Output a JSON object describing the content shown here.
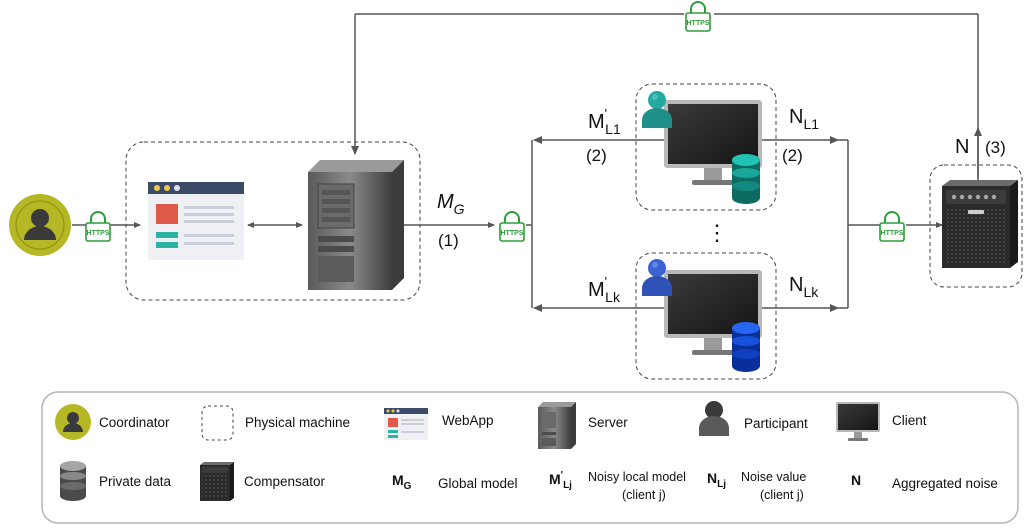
{
  "diagram": {
    "labels": {
      "m_g_main": "M",
      "m_g_sub": "G",
      "step1": "(1)",
      "m_l1_main": "M",
      "m_l1_prime": "'",
      "m_l1_sub": "L1",
      "n_l1_main": "N",
      "n_l1_sub": "L1",
      "step2_left_top": "(2)",
      "step2_right_top": "(2)",
      "m_lk_main": "M",
      "m_lk_prime": "'",
      "m_lk_sub": "Lk",
      "n_lk_main": "N",
      "n_lk_sub": "Lk",
      "n_main": "N",
      "step3": "(3)",
      "vertical_dots": "⋮",
      "https_text": "HTTPS"
    },
    "colors": {
      "coordinator": "#b5b824",
      "participant_1": "#26a9a3",
      "participant_k": "#3a63d6",
      "db_1": "#0d6b63",
      "db_k": "#0a2f9a",
      "https_green": "#2e9d3a",
      "arrow": "#555555"
    }
  },
  "legend": {
    "coordinator": "Coordinator",
    "physical_machine": "Physical machine",
    "webapp": "WebApp",
    "server": "Server",
    "participant": "Participant",
    "client": "Client",
    "private_data": "Private data",
    "compensator": "Compensator",
    "global_model_sym_main": "M",
    "global_model_sym_sub": "G",
    "global_model": "Global model",
    "noisy_local_sym_main": "M",
    "noisy_local_sym_prime": "'",
    "noisy_local_sym_sub": "Lj",
    "noisy_local_line1": "Noisy local model",
    "noisy_local_line2": "(client j)",
    "noise_value_sym_main": "N",
    "noise_value_sym_sub": "Lj",
    "noise_value_line1": "Noise value",
    "noise_value_line2": "(client j)",
    "aggregated_noise_sym": "N",
    "aggregated_noise": "Aggregated noise"
  }
}
